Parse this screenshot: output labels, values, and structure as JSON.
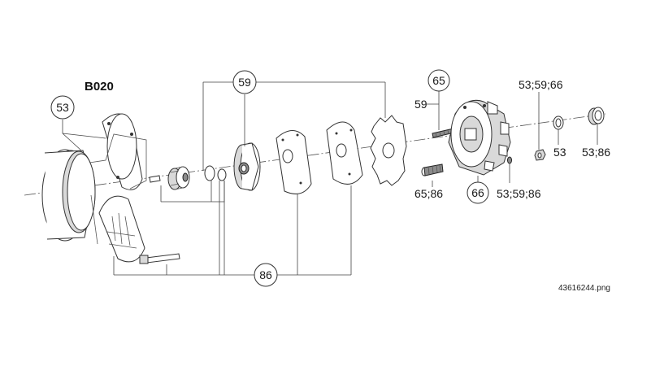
{
  "diagram": {
    "title": "B020",
    "file_name": "43616244.png",
    "callouts": {
      "c53": "53",
      "c59": "59",
      "c65": "65",
      "c66": "66",
      "c86": "86"
    },
    "labels": {
      "l59": "59",
      "l53_59_66": "53;59;66",
      "l53": "53",
      "l53_86": "53;86",
      "l65_86": "65;86",
      "l53_59_86": "53;59;86"
    }
  }
}
